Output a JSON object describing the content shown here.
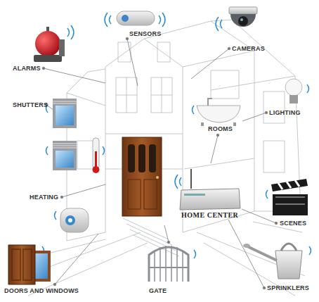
{
  "diagram": {
    "labels": [
      "SENSORS",
      "CAMERAS",
      "ALARMS",
      "SHUTTERS",
      "LIGHTING",
      "ROOMS",
      "HOME CENTER",
      "SCENES",
      "HEATING",
      "DOORS AND WINDOWS",
      "GATE",
      "SPRINKLERS"
    ]
  }
}
